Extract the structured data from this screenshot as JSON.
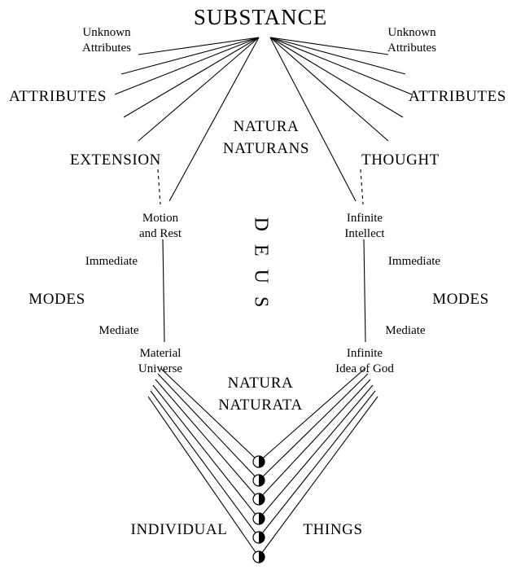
{
  "diagram": {
    "substance": "SUBSTANCE",
    "deus": "DEUS",
    "natura_naturans": {
      "line1": "NATURA",
      "line2": "NATURANS"
    },
    "natura_naturata": {
      "line1": "NATURA",
      "line2": "NATURATA"
    },
    "left": {
      "unknown_attributes": {
        "line1": "Unknown",
        "line2": "Attributes"
      },
      "attributes": "ATTRIBUTES",
      "named_attribute": "EXTENSION",
      "immediate_mode": {
        "line1": "Motion",
        "line2": "and Rest"
      },
      "immediate_label": "Immediate",
      "modes": "MODES",
      "mediate_label": "Mediate",
      "mediate_mode": {
        "line1": "Material",
        "line2": "Universe"
      }
    },
    "right": {
      "unknown_attributes": {
        "line1": "Unknown",
        "line2": "Attributes"
      },
      "attributes": "ATTRIBUTES",
      "named_attribute": "THOUGHT",
      "immediate_mode": {
        "line1": "Infinite",
        "line2": "Intellect"
      },
      "immediate_label": "Immediate",
      "modes": "MODES",
      "mediate_label": "Mediate",
      "mediate_mode": {
        "line1": "Infinite",
        "line2": "Idea of God"
      }
    },
    "bottom": {
      "individual": "INDIVIDUAL",
      "things": "THINGS"
    },
    "colors": {
      "ink": "#000000",
      "background": "#ffffff"
    }
  }
}
